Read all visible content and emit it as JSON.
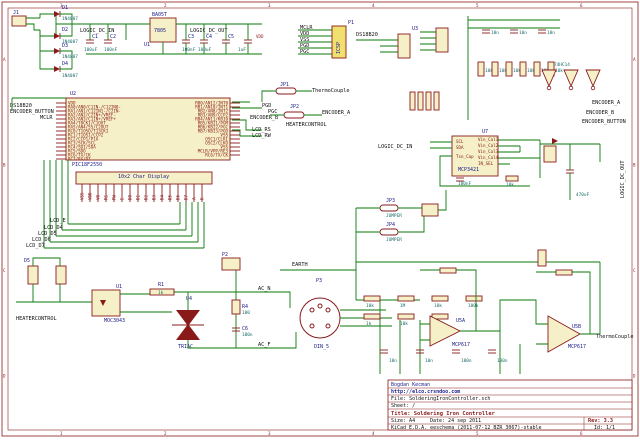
{
  "frame": {
    "col_markers": [
      "1",
      "2",
      "3",
      "4",
      "5",
      "6"
    ],
    "row_markers": [
      "A",
      "B",
      "C",
      "D"
    ]
  },
  "power": {
    "u1_ref": "U1",
    "u1_val": "7805",
    "in_net": "LOGIC_DC_IN",
    "out_net": "LOGIC_DC_OUT",
    "c1": "C1",
    "c1_val": "100uF",
    "c2": "C2",
    "c2_val": "100nF",
    "c3": "C3",
    "c3_val": "100nF",
    "c4": "C4",
    "c4_val": "100uF",
    "c5": "C5",
    "c5_val": "1uF",
    "d1": "D1",
    "d1_val": "1N4007",
    "d2": "D2",
    "d2_val": "1N4007",
    "d3": "D3",
    "d3_val": "1N4007",
    "d4": "D4",
    "d4_val": "1N4007",
    "conn_ref": "J1",
    "rb_ref": "BR1",
    "rb_val": "BA05T"
  },
  "icsp": {
    "pins": [
      "MCLR",
      "VDD",
      "VSS",
      "PGD",
      "PGC"
    ],
    "ref": "P1",
    "name": "ICSP"
  },
  "ds18": {
    "label": "DS18B20",
    "ref": "U3"
  },
  "mcu": {
    "ref": "U2",
    "name": "PIC18F2550",
    "left_pins": [
      "VDD",
      "RA0/AN0/C1IN-/C12IN0-",
      "RA1/AN1/C12IN1-/C2IN-",
      "RA2/AN2/C2IN+/VREF-",
      "RA3/AN3/C1IN+/VREF+",
      "RA4/T0CKI/C1OUT",
      "RA5/AN4/SS/C2OUT",
      "RC0/T1OSO/T13CKI",
      "RC1/T1OSI/CCP2",
      "RC2/CCP1/P1A",
      "RC3/SCK/SCL",
      "RC4/SDI/SDA",
      "RC5/SDO",
      "RC6/TX/CK",
      "RC7/RX/DT"
    ],
    "right_pins": [
      "RB0/AN12/INT0",
      "RB1/AN10/INT1",
      "RB2/AN8/INT2",
      "RB3/AN9/CCP2",
      "RB4/AN11/KBI0",
      "RB5/KBI1/PGM",
      "RB6/KBI2/PGC",
      "RB7/KBI3/PGD",
      "VSS",
      "OSC1/CLKI",
      "OSC2/CLKO",
      "VSS",
      "MCLR/VPP/RE3",
      "RC6/TX/CK"
    ],
    "left_nets": [
      "DS18B20",
      "ENCODER_BUTTON",
      "MCLR"
    ],
    "right_nets": [
      "PGD",
      "PGC",
      "ENCODER_B",
      "LCD_RS",
      "LCD_RW"
    ]
  },
  "lcd": {
    "name": "10x2 Char Display",
    "pins": [
      "VSS",
      "VDD",
      "V0",
      "RS",
      "RW",
      "E",
      "D0",
      "D1",
      "D2",
      "D3",
      "D4",
      "D5",
      "D6",
      "D7",
      "A",
      "K"
    ],
    "nets": [
      "LCD_E",
      "LCD_D4",
      "LCD_D5",
      "LCD_D6",
      "LCD_D7"
    ]
  },
  "jumpers": {
    "jp1": "JP1",
    "jp1_net": "ThermoCouple",
    "jp2": "JP2",
    "jp2_net": "ENCODER_A",
    "jp2_net2": "HEATERCONTROL",
    "jp3": "JP3",
    "jp4": "JP4",
    "jp3_val": "JUMPER",
    "jp4_val": "JUMPER"
  },
  "encoder": {
    "nets": [
      "ENCODER_A",
      "ENCODER_B",
      "ENCODER_BUTTON"
    ],
    "r_vals": [
      "10k",
      "10k",
      "10k",
      "10k",
      "10k",
      "10k"
    ],
    "c_vals": [
      "10n",
      "10n",
      "10n"
    ],
    "buf_label": "74HC14"
  },
  "thermo": {
    "ref": "U7",
    "name": "MCP3421",
    "net_in": "LOGIC_DC_IN",
    "pins_l": [
      "SCL",
      "SDA",
      "Tsn_Cap"
    ],
    "pins_r": [
      "Vin_Cal1",
      "Vin_Cal2",
      "Vin_Cal3",
      "Vin_Cal4",
      "IN_SEL"
    ],
    "c_val": "100nF",
    "r_val": "10k",
    "out_net": "LOGIC_DC_OUT",
    "cap": "470uF"
  },
  "heater": {
    "net_in": "HEATERCONTROL",
    "opto_ref": "U1",
    "opto_name": "MOC3043",
    "triac_ref": "U4",
    "triac_name": "TRIAC",
    "r_ref": "R1",
    "r_val": "1k",
    "cap_ref": "C6",
    "cap_val": "100n",
    "r2_ref": "R4",
    "r2_val": "100",
    "ac_n": "AC_N",
    "ac_f": "AC_F",
    "earth": "EARTH",
    "conn_ref": "P2",
    "din_ref": "P3",
    "din_name": "DIN_5",
    "led": "D5"
  },
  "amp": {
    "op1_ref": "U5A",
    "op1_name": "MCP617",
    "op2_ref": "U5B",
    "op2_name": "MCP617",
    "out_net": "ThermoCouple",
    "r_vals": [
      "10k",
      "1M",
      "10k",
      "100k",
      "1k",
      "10k",
      "100k"
    ],
    "c_vals": [
      "10n",
      "10n",
      "100n",
      "100n"
    ]
  },
  "titleblock": {
    "author": "Bogdan Kecman",
    "url": "http://elco.crsndoo.com",
    "file_label": "File:",
    "file": "SolderingIronController.sch",
    "sheet_label": "Sheet:",
    "sheet": "/",
    "title_label": "Title:",
    "title": "Soldering Iron Controller",
    "size_label": "Size: A4",
    "date_label": "Date: 24 sep 2011",
    "rev_label": "Rev: 3.3",
    "kicad": "KiCad E.D.A.  eeschema (2011-07-12 BZR 3067)-stable",
    "id": "Id: 1/1"
  }
}
